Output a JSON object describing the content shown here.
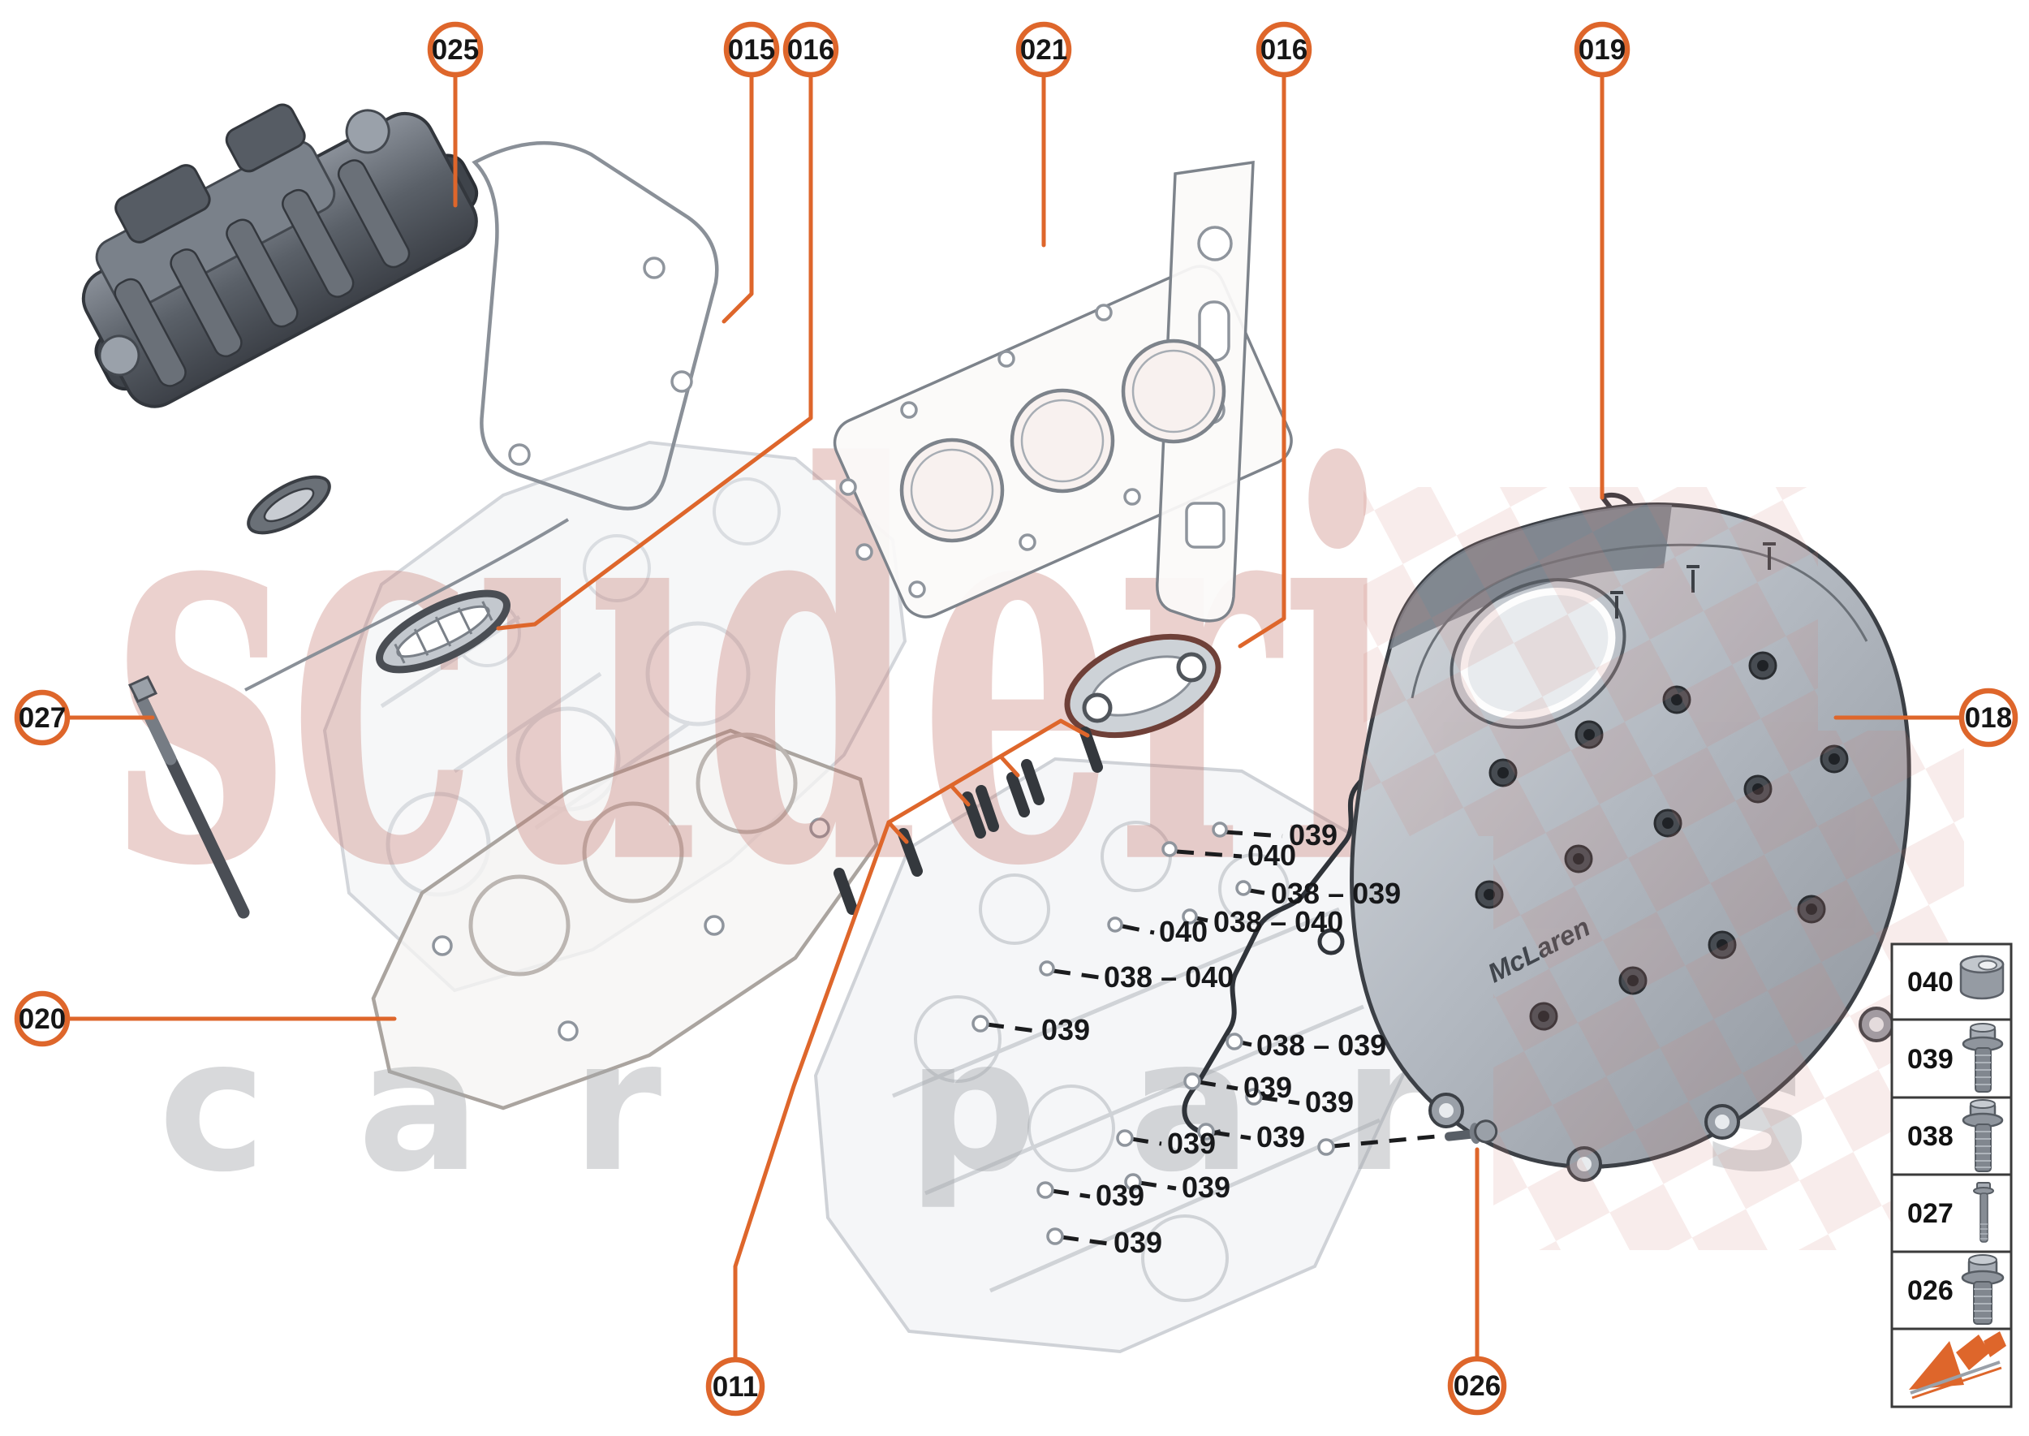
{
  "accent": "#DE662B",
  "watermark": {
    "line1": "scuderia",
    "line2": "car parts"
  },
  "brand_text": "McLaren",
  "callouts": [
    {
      "label": "025"
    },
    {
      "label": "015"
    },
    {
      "label": "016"
    },
    {
      "label": "021"
    },
    {
      "label": "016"
    },
    {
      "label": "019"
    },
    {
      "label": "027"
    },
    {
      "label": "018"
    },
    {
      "label": "020"
    },
    {
      "label": "011"
    },
    {
      "label": "026"
    }
  ],
  "part_labels": [
    "039",
    "040",
    "038 – 039",
    "038 – 040",
    "040",
    "038 – 040",
    "039",
    "038 – 039",
    "039",
    "039",
    "039",
    "039",
    "039",
    "039",
    "039"
  ],
  "legend": {
    "rows": [
      {
        "code": "040",
        "icon": "nut-icon"
      },
      {
        "code": "039",
        "icon": "flange-bolt-icon"
      },
      {
        "code": "038",
        "icon": "flange-bolt-icon"
      },
      {
        "code": "027",
        "icon": "stud-bolt-icon"
      },
      {
        "code": "026",
        "icon": "flange-bolt-icon"
      }
    ]
  }
}
